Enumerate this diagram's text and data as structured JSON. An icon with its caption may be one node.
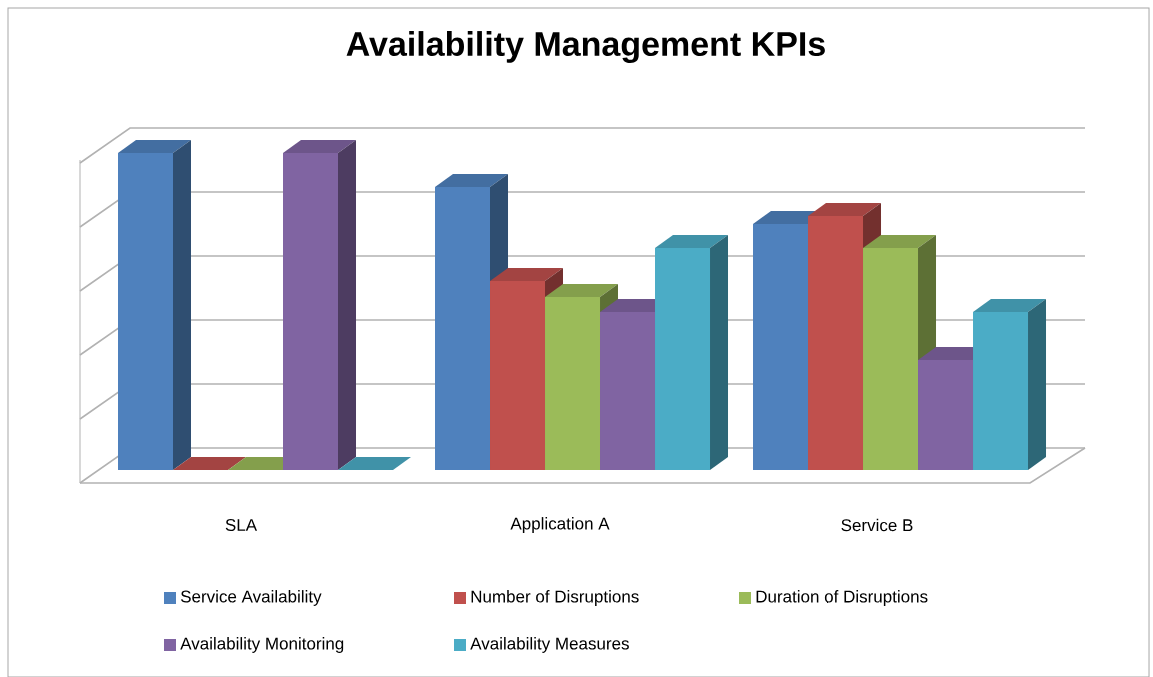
{
  "diagram": {
    "title": "Availability Management KPIs",
    "labels": [
      "SLA",
      "Application A",
      "Service B"
    ],
    "legend": [
      {
        "text": "Service Availability",
        "color": "#4f81bd"
      },
      {
        "text": "Number of Disruptions",
        "color": "#c0504d"
      },
      {
        "text": "Duration of Disruptions",
        "color": "#9bbb59"
      },
      {
        "text": "Availability Monitoring",
        "color": "#8064a2"
      },
      {
        "text": "Availability Measures",
        "color": "#4bacc6"
      }
    ]
  }
}
